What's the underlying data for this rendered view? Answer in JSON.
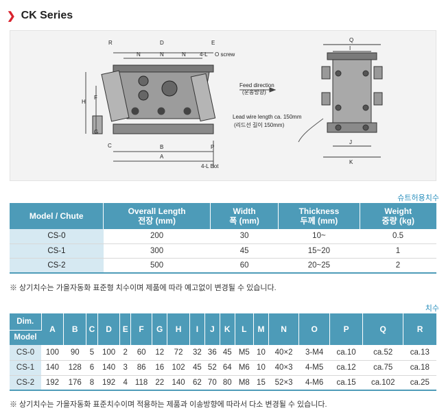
{
  "title": "CK Series",
  "drawing": {
    "dims_top": [
      "R",
      "D",
      "E",
      "N",
      "N",
      "N",
      "4-L",
      "O screw"
    ],
    "dims_side": [
      "H",
      "F",
      "G"
    ],
    "dims_bottom": [
      "C",
      "B",
      "A",
      "P",
      "4-L Bot"
    ],
    "feed_label": "Feed direction",
    "feed_label_kr": "(운송방향)",
    "lead_label": "Lead wire length ca. 150mm",
    "lead_label_kr": "(리드선 길이 150mm)",
    "dims_right": [
      "Q",
      "I",
      "J",
      "K"
    ]
  },
  "caption1": "슈트허용치수",
  "table1": {
    "headers": [
      {
        "en": "Model / Chute",
        "kr": ""
      },
      {
        "en": "Overall Length",
        "kr": "전장 (mm)"
      },
      {
        "en": "Width",
        "kr": "폭 (mm)"
      },
      {
        "en": "Thickness",
        "kr": "두께 (mm)"
      },
      {
        "en": "Weight",
        "kr": "중량 (kg)"
      }
    ],
    "rows": [
      [
        "CS-0",
        "200",
        "30",
        "10~",
        "0.5"
      ],
      [
        "CS-1",
        "300",
        "45",
        "15~20",
        "1"
      ],
      [
        "CS-2",
        "500",
        "60",
        "20~25",
        "2"
      ]
    ]
  },
  "note1": "※ 상기치수는 가을자동화 표준형 치수이며 제품에 따라 예고없이 변경될 수 있습니다.",
  "caption2": "치수",
  "table2": {
    "dim_label": "Dim.",
    "model_label": "Model",
    "columns": [
      "A",
      "B",
      "C",
      "D",
      "E",
      "F",
      "G",
      "H",
      "I",
      "J",
      "K",
      "L",
      "M",
      "N",
      "O",
      "P",
      "Q",
      "R"
    ],
    "rows": [
      [
        "CS-0",
        "100",
        "90",
        "5",
        "100",
        "2",
        "60",
        "12",
        "72",
        "32",
        "36",
        "45",
        "M5",
        "10",
        "40×2",
        "3-M4",
        "ca.10",
        "ca.52",
        "ca.13"
      ],
      [
        "CS-1",
        "140",
        "128",
        "6",
        "140",
        "3",
        "86",
        "16",
        "102",
        "45",
        "52",
        "64",
        "M6",
        "10",
        "40×3",
        "4-M5",
        "ca.12",
        "ca.75",
        "ca.18"
      ],
      [
        "CS-2",
        "192",
        "176",
        "8",
        "192",
        "4",
        "118",
        "22",
        "140",
        "62",
        "70",
        "80",
        "M8",
        "15",
        "52×3",
        "4-M6",
        "ca.15",
        "ca.102",
        "ca.25"
      ]
    ]
  },
  "note2": "※ 상기치수는 가을자동화 표준치수이며 적용하는 제품과 이송방향에 따라서 다소 변경될 수 있습니다."
}
